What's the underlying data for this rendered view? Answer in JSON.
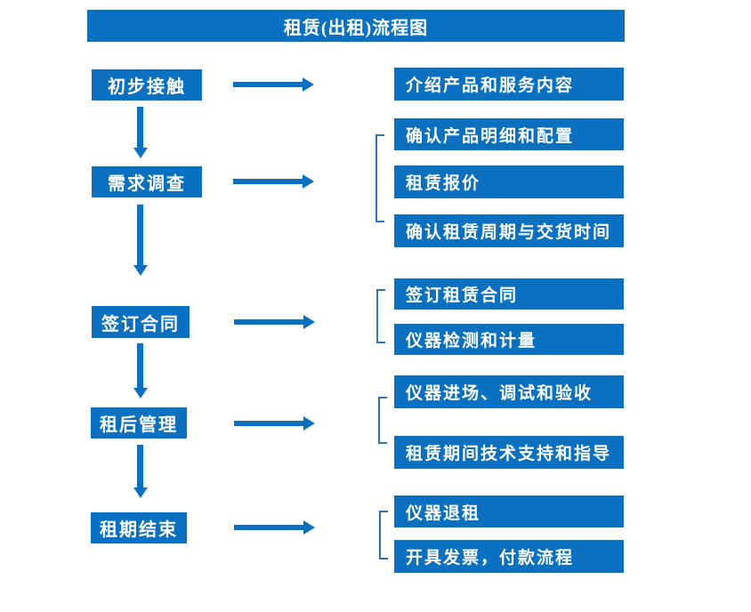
{
  "title": "租赁(出租)流程图",
  "colors": {
    "primary_blue": "#0b70bf",
    "bracket_blue": "#2e74b5",
    "text_white": "#ffffff",
    "background": "#ffffff"
  },
  "flow": {
    "steps": [
      {
        "label": "初步接触",
        "outputs": [
          "介绍产品和服务内容"
        ]
      },
      {
        "label": "需求调查",
        "outputs": [
          "确认产品明细和配置",
          "租赁报价",
          "确认租赁周期与交货时间"
        ]
      },
      {
        "label": "签订合同",
        "outputs": [
          "签订租赁合同",
          "仪器检测和计量"
        ]
      },
      {
        "label": "租后管理",
        "outputs": [
          "仪器进场、调试和验收",
          "租赁期间技术支持和指导"
        ]
      },
      {
        "label": "租期结束",
        "outputs": [
          "仪器退租",
          "开具发票，付款流程"
        ]
      }
    ]
  }
}
